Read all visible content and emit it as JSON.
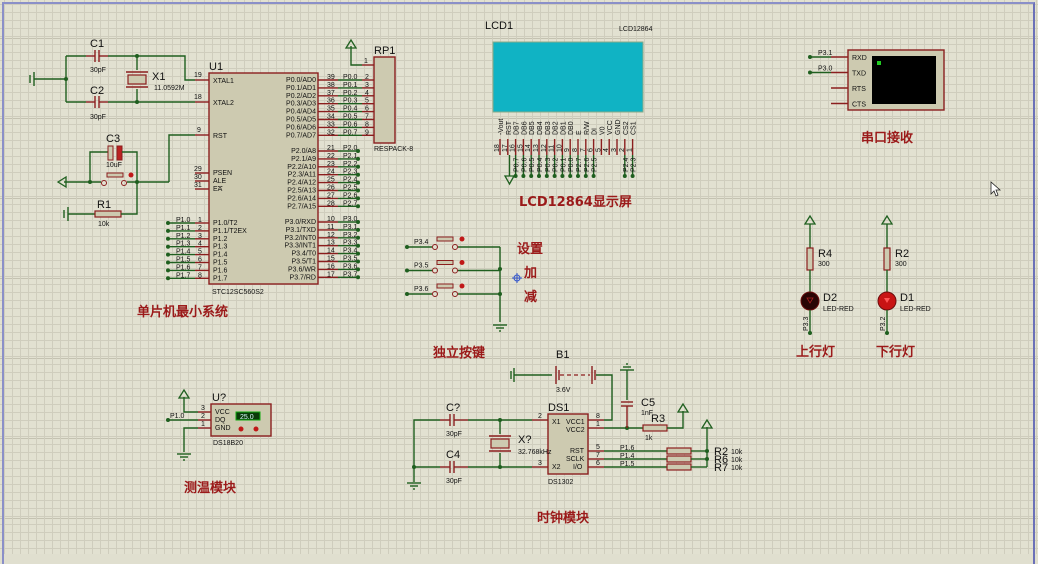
{
  "app": {
    "type": "schematic-capture",
    "sheet_cursor": "arrow-cursor"
  },
  "modules": {
    "mcu": "单片机最小系统",
    "lcd": "LCD12864显示屏",
    "serial": "串口接收",
    "keys": "独立按键",
    "up_led": "上行灯",
    "down_led": "下行灯",
    "temp": "测温模块",
    "clock": "时钟模块"
  },
  "key_labels": {
    "set": "设置",
    "add": "加",
    "sub": "减"
  },
  "crystal": {
    "c1": {
      "ref": "C1",
      "value": "30pF"
    },
    "c2": {
      "ref": "C2",
      "value": "30pF"
    },
    "x1": {
      "ref": "X1",
      "value": "11.0592M"
    },
    "c3": {
      "ref": "C3",
      "value": "10uF"
    },
    "r1": {
      "ref": "R1",
      "value": "10k"
    }
  },
  "u1": {
    "ref": "U1",
    "part": "STC12SC560S2",
    "left_pins": [
      {
        "num": "19",
        "name": "XTAL1"
      },
      {
        "num": "18",
        "name": "XTAL2"
      },
      {
        "num": "9",
        "name": "RST"
      },
      {
        "num": "29",
        "name": "PSEN"
      },
      {
        "num": "30",
        "name": "ALE"
      },
      {
        "num": "31",
        "name": "EA"
      },
      {
        "num": "1",
        "name": "P1.0/T2",
        "net": "P1.0"
      },
      {
        "num": "2",
        "name": "P1.1/T2EX",
        "net": "P1.1"
      },
      {
        "num": "3",
        "name": "P1.2",
        "net": "P1.2"
      },
      {
        "num": "4",
        "name": "P1.3",
        "net": "P1.3"
      },
      {
        "num": "5",
        "name": "P1.4",
        "net": "P1.4"
      },
      {
        "num": "6",
        "name": "P1.5",
        "net": "P1.5"
      },
      {
        "num": "7",
        "name": "P1.6",
        "net": "P1.6"
      },
      {
        "num": "8",
        "name": "P1.7",
        "net": "P1.7"
      }
    ],
    "p0_pins": [
      {
        "num": "39",
        "name": "P0.0/AD0",
        "net": "P0.0"
      },
      {
        "num": "38",
        "name": "P0.1/AD1",
        "net": "P0.1"
      },
      {
        "num": "37",
        "name": "P0.2/AD2",
        "net": "P0.2"
      },
      {
        "num": "36",
        "name": "P0.3/AD3",
        "net": "P0.3"
      },
      {
        "num": "35",
        "name": "P0.4/AD4",
        "net": "P0.4"
      },
      {
        "num": "34",
        "name": "P0.5/AD5",
        "net": "P0.5"
      },
      {
        "num": "33",
        "name": "P0.6/AD6",
        "net": "P0.6"
      },
      {
        "num": "32",
        "name": "P0.7/AD7",
        "net": "P0.7"
      }
    ],
    "p2_pins": [
      {
        "num": "21",
        "name": "P2.0/A8",
        "net": "P2.0"
      },
      {
        "num": "22",
        "name": "P2.1/A9",
        "net": "P2.1"
      },
      {
        "num": "23",
        "name": "P2.2/A10",
        "net": "P2.2"
      },
      {
        "num": "24",
        "name": "P2.3/A11",
        "net": "P2.3"
      },
      {
        "num": "25",
        "name": "P2.4/A12",
        "net": "P2.4"
      },
      {
        "num": "26",
        "name": "P2.5/A13",
        "net": "P2.5"
      },
      {
        "num": "27",
        "name": "P2.6/A14",
        "net": "P2.6"
      },
      {
        "num": "28",
        "name": "P2.7/A15",
        "net": "P2.7"
      }
    ],
    "p3_pins": [
      {
        "num": "10",
        "name": "P3.0/RXD",
        "net": "P3.0"
      },
      {
        "num": "11",
        "name": "P3.1/TXD",
        "net": "P3.1"
      },
      {
        "num": "12",
        "name": "P3.2/INT0",
        "net": "P3.2"
      },
      {
        "num": "13",
        "name": "P3.3/INT1",
        "net": "P3.3"
      },
      {
        "num": "14",
        "name": "P3.4/T0",
        "net": "P3.4"
      },
      {
        "num": "15",
        "name": "P3.5/T1",
        "net": "P3.5"
      },
      {
        "num": "16",
        "name": "P3.6/WR",
        "net": "P3.6"
      },
      {
        "num": "17",
        "name": "P3.7/RD",
        "net": "P3.7"
      }
    ]
  },
  "rp1": {
    "ref": "RP1",
    "part": "RESPACK-8",
    "pins": [
      "1",
      "2",
      "3",
      "4",
      "5",
      "6",
      "7",
      "8",
      "9"
    ]
  },
  "lcd": {
    "ref": "LCD1",
    "part": "LCD12864",
    "pins": [
      {
        "name": "-Vout",
        "num": "18",
        "net": ""
      },
      {
        "name": "RST",
        "num": "17",
        "net": ""
      },
      {
        "name": "DB7",
        "num": "16",
        "net": "P0.7"
      },
      {
        "name": "DB6",
        "num": "15",
        "net": "P0.6"
      },
      {
        "name": "DB5",
        "num": "14",
        "net": "P0.5"
      },
      {
        "name": "DB4",
        "num": "13",
        "net": "P0.4"
      },
      {
        "name": "DB3",
        "num": "12",
        "net": "P0.3"
      },
      {
        "name": "DB2",
        "num": "11",
        "net": "P0.2"
      },
      {
        "name": "DB1",
        "num": "10",
        "net": "P0.1"
      },
      {
        "name": "DB0",
        "num": "9",
        "net": "P0.0"
      },
      {
        "name": "E",
        "num": "8",
        "net": "P2.7"
      },
      {
        "name": "R/W",
        "num": "7",
        "net": "P2.6"
      },
      {
        "name": "DI",
        "num": "6",
        "net": "P2.5"
      },
      {
        "name": "V0",
        "num": "5",
        "net": ""
      },
      {
        "name": "VCC",
        "num": "4",
        "net": ""
      },
      {
        "name": "GND",
        "num": "3",
        "net": ""
      },
      {
        "name": "CS2",
        "num": "2",
        "net": "P2.4"
      },
      {
        "name": "CS1",
        "num": "1",
        "net": "P2.3"
      }
    ],
    "screen_color": "#10b3c4"
  },
  "terminal": {
    "pins": [
      {
        "name": "RXD",
        "net": "P3.1"
      },
      {
        "name": "TXD",
        "net": "P3.0"
      },
      {
        "name": "RTS",
        "net": ""
      },
      {
        "name": "CTS",
        "net": ""
      }
    ]
  },
  "keys": {
    "nets": [
      "P3.4",
      "P3.5",
      "P3.6"
    ]
  },
  "leds": [
    {
      "r_ref": "R4",
      "r_value": "300",
      "d_ref": "D2",
      "d_part": "LED-RED",
      "net": "P3.3",
      "lit": false
    },
    {
      "r_ref": "R2",
      "r_value": "300",
      "d_ref": "D1",
      "d_part": "LED-RED",
      "net": "P3.2",
      "lit": true
    }
  ],
  "ds18b20": {
    "ref": "U?",
    "part": "DS18B20",
    "reading": "25.0",
    "net": "P1.0",
    "pins": [
      {
        "num": "3",
        "name": "VCC"
      },
      {
        "num": "2",
        "name": "DQ"
      },
      {
        "num": "1",
        "name": "GND"
      }
    ]
  },
  "ds1302": {
    "ref": "DS1",
    "part": "DS1302",
    "left_pins": [
      {
        "num": "2",
        "name": "X1"
      },
      {
        "num": "3",
        "name": "X2"
      }
    ],
    "right_pins": [
      {
        "num": "8",
        "name": "VCC1"
      },
      {
        "num": "1",
        "name": "VCC2"
      },
      {
        "num": "5",
        "name": "RST",
        "net": "P1.6"
      },
      {
        "num": "7",
        "name": "SCLK",
        "net": "P1.4"
      },
      {
        "num": "6",
        "name": "I/O",
        "net": "P1.5"
      }
    ],
    "b1": {
      "ref": "B1",
      "value": "3.6V"
    },
    "c_top": {
      "ref": "C?",
      "value": "30pF"
    },
    "c4": {
      "ref": "C4",
      "value": "30pF"
    },
    "x": {
      "ref": "X?",
      "value": "32.768kHz"
    },
    "c5": {
      "ref": "C5",
      "value": "1nF"
    },
    "r3": {
      "ref": "R3",
      "value": "1k"
    },
    "pullups": [
      {
        "ref": "R2",
        "value": "10k"
      },
      {
        "ref": "R6",
        "value": "10k"
      },
      {
        "ref": "R7",
        "value": "10k"
      }
    ]
  }
}
